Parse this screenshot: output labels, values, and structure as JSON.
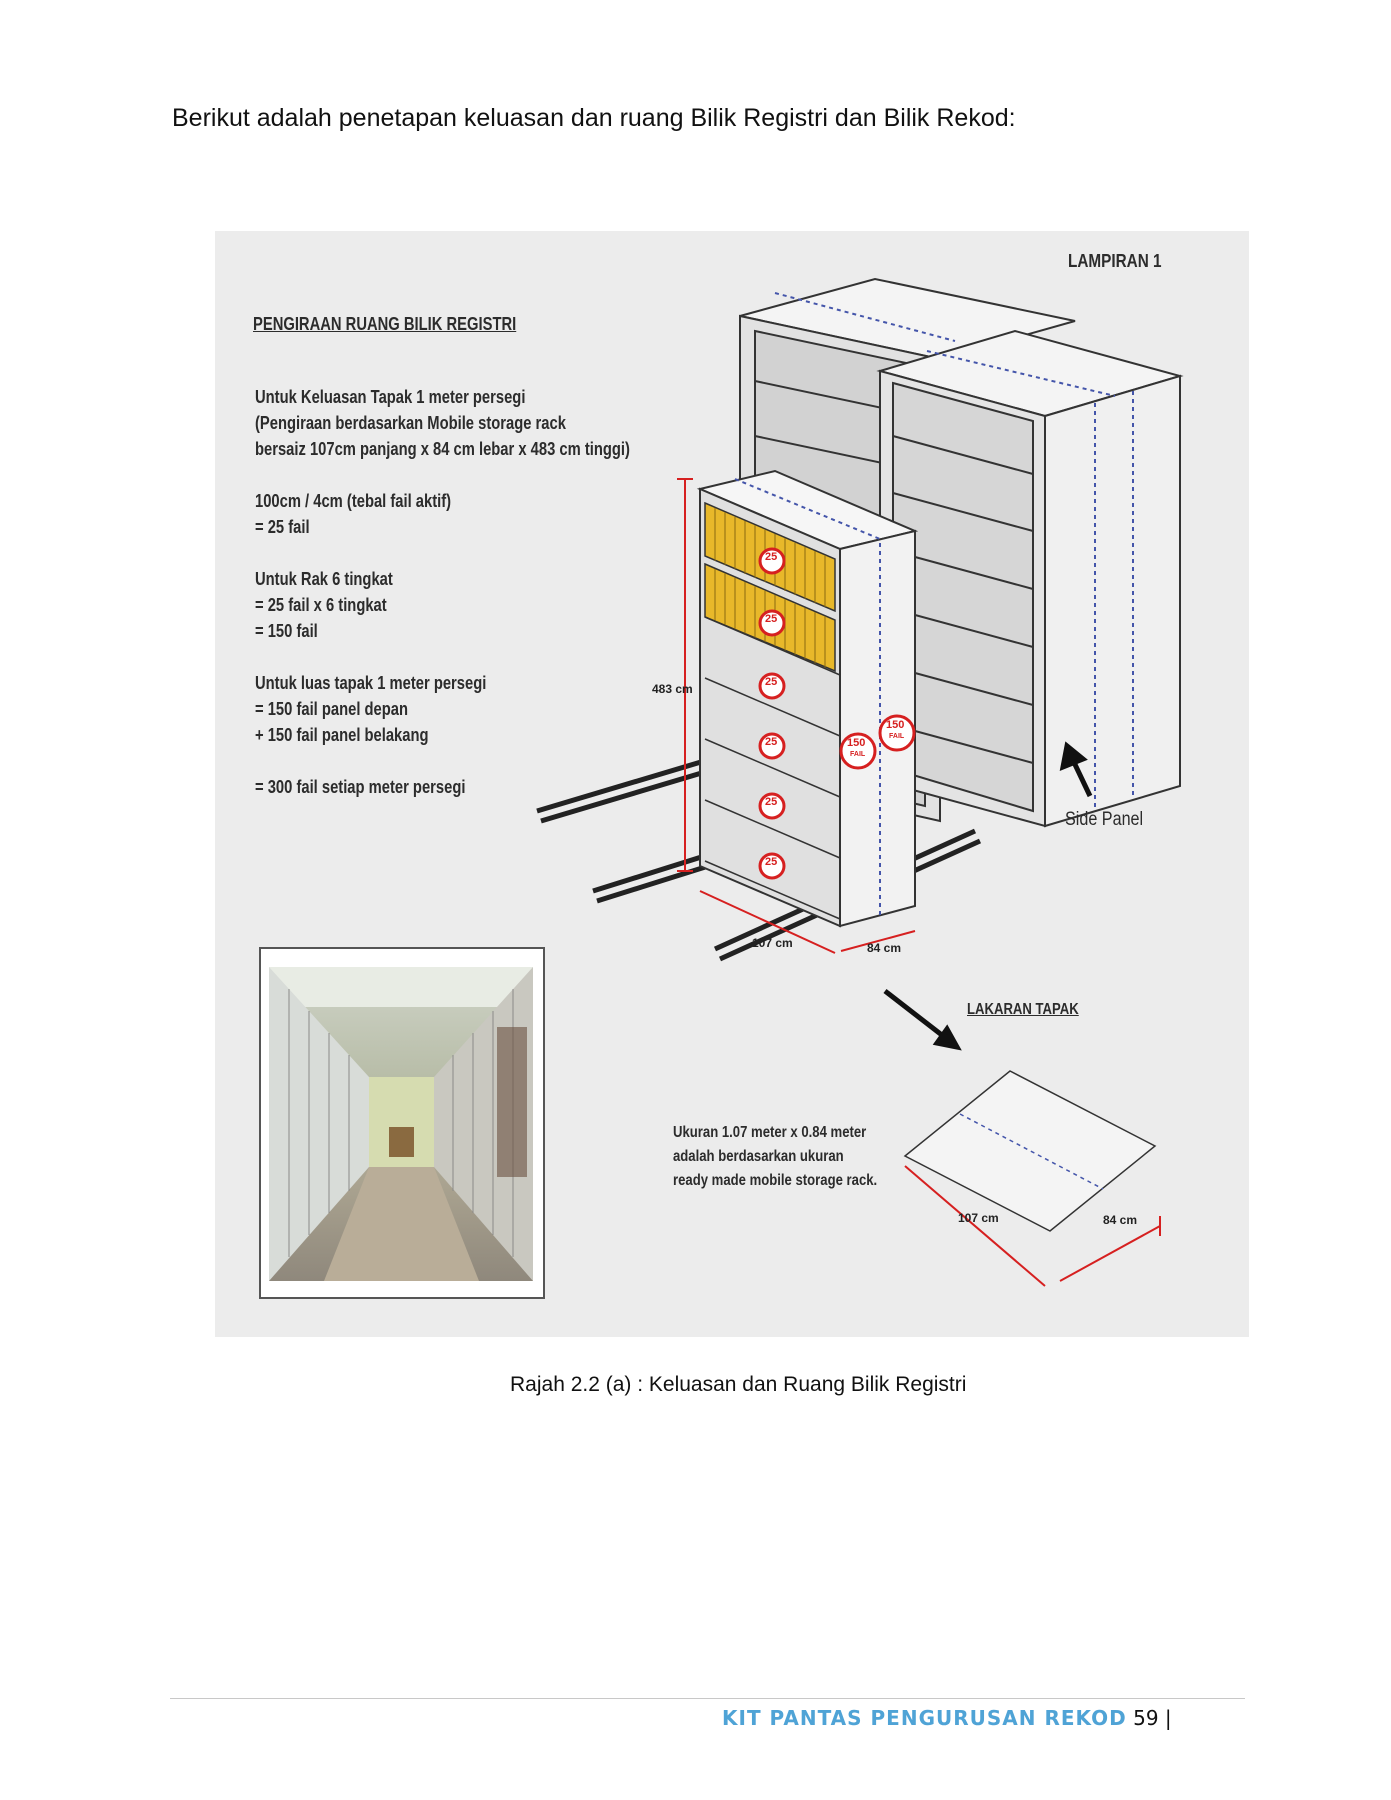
{
  "intro_text": "Berikut adalah penetapan keluasan dan ruang Bilik Registri dan Bilik Rekod:",
  "figure": {
    "lampiran": "LAMPIRAN 1",
    "heading": "PENGIRAAN RUANG BILIK REGISTRI",
    "lines": [
      "Untuk Keluasan Tapak 1 meter persegi",
      "(Pengiraan berdasarkan Mobile storage rack",
      "bersaiz 107cm panjang x 84 cm lebar x 483 cm tinggi)",
      "",
      "100cm / 4cm (tebal fail aktif)",
      "=    25 fail",
      "",
      "Untuk Rak 6 tingkat",
      "=    25 fail x 6 tingkat",
      "=    150 fail",
      "",
      "Untuk luas tapak 1 meter persegi",
      "=      150 fail panel depan",
      "    + 150 fail panel belakang",
      "",
      "=     300 fail setiap meter persegi"
    ],
    "height_label": "483 cm",
    "length_label": "107 cm",
    "width_label": "84 cm",
    "badge_small": "25",
    "badge_big": "150",
    "badge_unit": "FAIL",
    "side_panel": "Side Panel",
    "lakaran_tapak": "LAKARAN TAPAK",
    "note_lines": [
      "Ukuran 1.07 meter x 0.84 meter",
      "adalah berdasarkan ukuran",
      "ready made mobile storage rack."
    ],
    "plan_length": "107 cm",
    "plan_width": "84 cm"
  },
  "caption": "Rajah 2.2 (a) : Keluasan dan Ruang Bilik Registri",
  "footer": {
    "title": "KIT PANTAS PENGURUSAN REKOD",
    "page": "59",
    "sep": "|"
  },
  "colors": {
    "figure_bg": "#ececec",
    "folder_yellow": "#e8b82a",
    "badge_red": "#d62020",
    "footer_blue": "#4fa3d6"
  }
}
